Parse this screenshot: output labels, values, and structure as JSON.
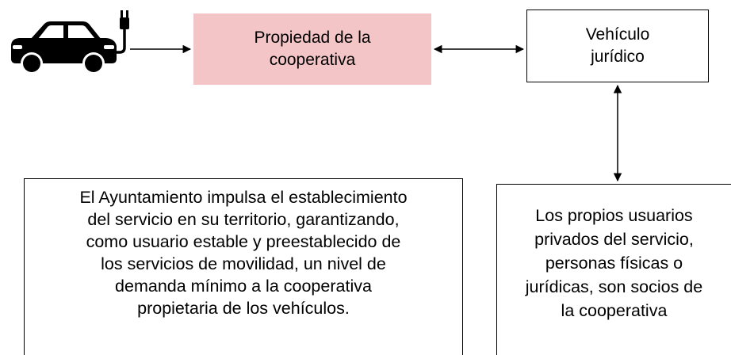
{
  "colors": {
    "property_fill": "#f4c5c7",
    "stroke": "#000000",
    "icon": "#000000"
  },
  "icons": {
    "ev": "electric-car-icon"
  },
  "nodes": {
    "property": "Propiedad de la\ncooperativa",
    "legal_vehicle": "Vehículo\njurídico",
    "council": "El Ayuntamiento impulsa el establecimiento\ndel servicio en su territorio, garantizando,\ncomo usuario estable y preestablecido de\nlos servicios de movilidad, un nivel de\ndemanda mínimo a la cooperativa\npropietaria de los vehículos.",
    "users": "Los propios usuarios\nprivados del servicio,\npersonas físicas o\njurídicas, son socios de\nla cooperativa"
  }
}
